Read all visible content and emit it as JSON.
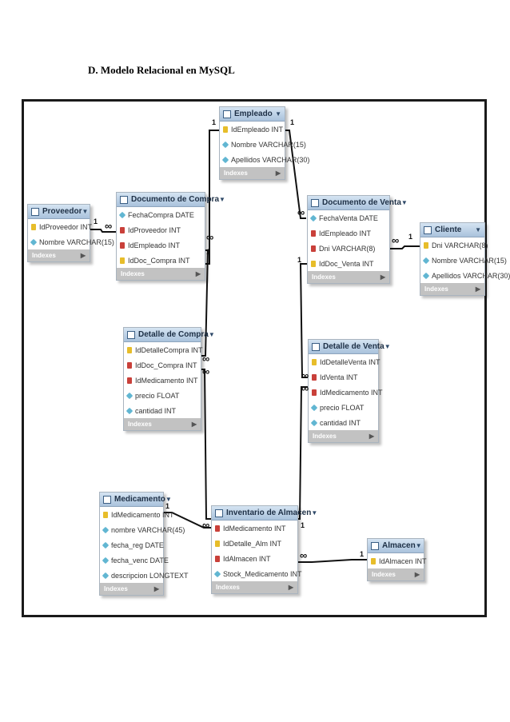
{
  "heading": "D. Modelo Relacional en MySQL",
  "indexes_label": "Indexes",
  "tables": {
    "empleado": {
      "name": "Empleado",
      "columns": [
        {
          "text": "IdEmpleado INT",
          "kind": "pk"
        },
        {
          "text": "Nombre VARCHAR(15)",
          "kind": "attr"
        },
        {
          "text": "Apellidos VARCHAR(30)",
          "kind": "attr"
        }
      ]
    },
    "proveedor": {
      "name": "Proveedor",
      "columns": [
        {
          "text": "IdProveedor INT",
          "kind": "pk"
        },
        {
          "text": "Nombre VARCHAR(15)",
          "kind": "attr"
        }
      ]
    },
    "documento_compra": {
      "name": "Documento de Compra",
      "columns": [
        {
          "text": "FechaCompra DATE",
          "kind": "attr"
        },
        {
          "text": "IdProveedor INT",
          "kind": "fk"
        },
        {
          "text": "IdEmpleado INT",
          "kind": "fk"
        },
        {
          "text": "IdDoc_Compra INT",
          "kind": "pk"
        }
      ]
    },
    "documento_venta": {
      "name": "Documento de Venta",
      "columns": [
        {
          "text": "FechaVenta DATE",
          "kind": "attr"
        },
        {
          "text": "IdEmpleado INT",
          "kind": "fk"
        },
        {
          "text": "Dni VARCHAR(8)",
          "kind": "fk"
        },
        {
          "text": "IdDoc_Venta INT",
          "kind": "pk"
        }
      ]
    },
    "cliente": {
      "name": "Cliente",
      "columns": [
        {
          "text": "Dni VARCHAR(8)",
          "kind": "pk"
        },
        {
          "text": "Nombre VARCHAR(15)",
          "kind": "attr"
        },
        {
          "text": "Apellidos VARCHAR(30)",
          "kind": "attr"
        }
      ]
    },
    "detalle_compra": {
      "name": "Detalle de Compra",
      "columns": [
        {
          "text": "IdDetalleCompra INT",
          "kind": "pk"
        },
        {
          "text": "IdDoc_Compra INT",
          "kind": "fk"
        },
        {
          "text": "IdMedicamento INT",
          "kind": "fk"
        },
        {
          "text": "precio FLOAT",
          "kind": "attr"
        },
        {
          "text": "cantidad INT",
          "kind": "attr"
        }
      ]
    },
    "detalle_venta": {
      "name": "Detalle de Venta",
      "columns": [
        {
          "text": "IdDetalleVenta INT",
          "kind": "pk"
        },
        {
          "text": "IdVenta INT",
          "kind": "fk"
        },
        {
          "text": "IdMedicamento INT",
          "kind": "fk"
        },
        {
          "text": "precio FLOAT",
          "kind": "attr"
        },
        {
          "text": "cantidad INT",
          "kind": "attr"
        }
      ]
    },
    "medicamento": {
      "name": "Medicamento",
      "columns": [
        {
          "text": "IdMedicamento INT",
          "kind": "pk"
        },
        {
          "text": "nombre VARCHAR(45)",
          "kind": "attr"
        },
        {
          "text": "fecha_reg DATE",
          "kind": "attr"
        },
        {
          "text": "fecha_venc DATE",
          "kind": "attr"
        },
        {
          "text": "descripcion LONGTEXT",
          "kind": "attr"
        }
      ]
    },
    "inventario": {
      "name": "Inventario de Almacen",
      "columns": [
        {
          "text": "IdMedicamento INT",
          "kind": "fk"
        },
        {
          "text": "IdDetalle_Alm INT",
          "kind": "pk"
        },
        {
          "text": "IdAlmacen INT",
          "kind": "fk"
        },
        {
          "text": "Stock_Medicamento INT",
          "kind": "attr"
        }
      ]
    },
    "almacen": {
      "name": "Almacen",
      "columns": [
        {
          "text": "IdAlmacen INT",
          "kind": "pk"
        }
      ]
    }
  },
  "cardinality": {
    "one": "1",
    "many": "∞"
  },
  "colors": {
    "header": "#a9c2dc",
    "indexes": "#c2c2c2",
    "pk": "#e7bd2a",
    "fk": "#c9403a",
    "attr": "#61b6d2"
  }
}
